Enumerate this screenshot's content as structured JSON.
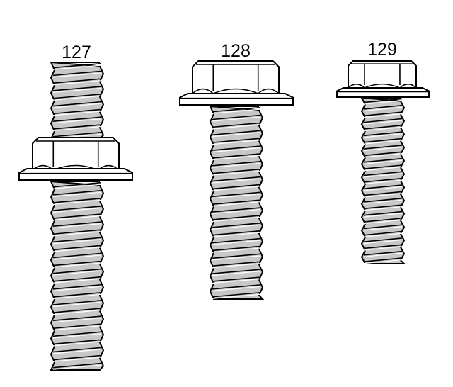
{
  "callouts": [
    {
      "id": "127",
      "label": "127"
    },
    {
      "id": "128",
      "label": "128"
    },
    {
      "id": "129",
      "label": "129"
    }
  ],
  "colors": {
    "line": "#000000",
    "fill": "#ffffff",
    "thread_fill": "#c8c8c8"
  }
}
